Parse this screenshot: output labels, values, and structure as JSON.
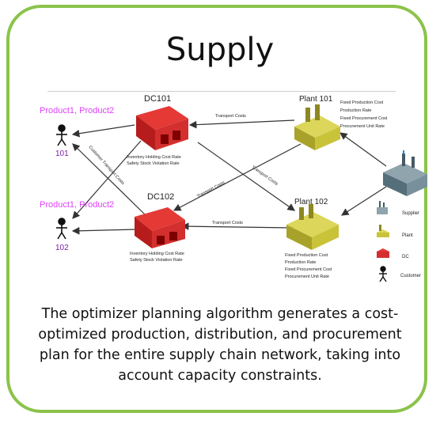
{
  "title": "Supply",
  "diagram": {
    "customers": [
      {
        "products": "Product1, Product2",
        "id": "101"
      },
      {
        "products": "Product1, Product2",
        "id": "102"
      }
    ],
    "dcs": [
      {
        "name": "DC101",
        "attrs": [
          "Inventory Holding Cost Rate",
          "Safety Stock Violation Rate"
        ]
      },
      {
        "name": "DC102",
        "attrs": [
          "Inventory Holding Cost Rate",
          "Safety Stock Violation Rate"
        ]
      }
    ],
    "plants": [
      {
        "name": "Plant 101",
        "attrs": [
          "Fixed Production Cost",
          "Production Rate",
          "Fixed Procurement Cost",
          "Procurement Unit Rate"
        ]
      },
      {
        "name": "Plant 102",
        "attrs": [
          "Fixed Production Cost",
          "Production Rate",
          "Fixed Procurement Cost",
          "Procurement Unit Rate"
        ]
      }
    ],
    "edge_labels": {
      "transport_top": "Transport Costs",
      "transport_bottom": "Transport Costs",
      "transport_diag1": "Transport Costs",
      "transport_diag2": "Transport Costs",
      "customer_transport": "Customer Transport Costs"
    },
    "legend": [
      "Supplier",
      "Plant",
      "DC",
      "Customer"
    ]
  },
  "caption": "The optimizer planning algorithm generates a cost-optimized production, distribution, and procurement plan for the entire supply chain network, taking into account capacity constraints.",
  "colors": {
    "border": "#8bc34a",
    "product": "#e040fb",
    "dc": "#d32f2f",
    "plant": "#c9c33a"
  }
}
